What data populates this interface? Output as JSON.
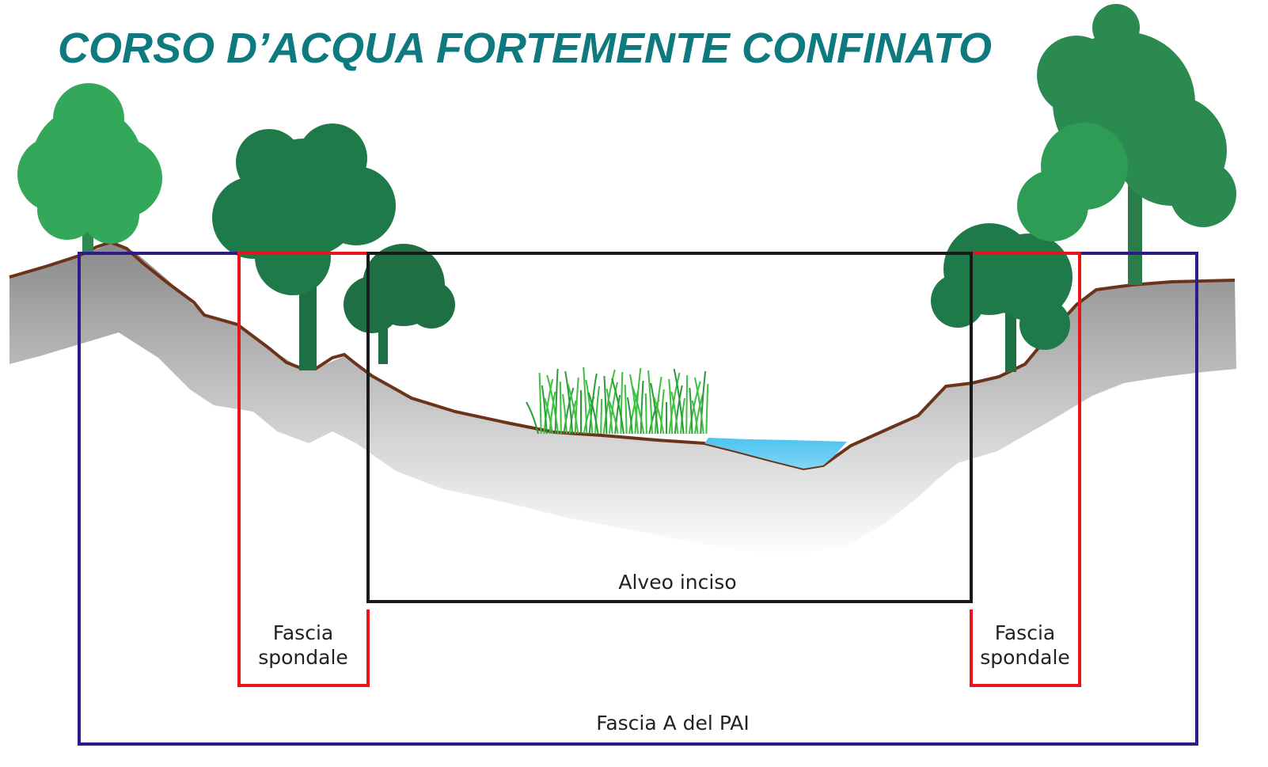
{
  "title": "CORSO D’ACQUA FORTEMENTE CONFINATO",
  "labels": {
    "alveo_inciso": "Alveo inciso",
    "fascia_spondale_left": [
      "Fascia",
      "spondale"
    ],
    "fascia_spondale_right": [
      "Fascia",
      "spondale"
    ],
    "fascia_a_pai": "Fascia A del PAI"
  },
  "colors": {
    "title": "#0e7a80",
    "pai_box": "#2e1a8c",
    "fascia_spondale_box": "#e8141c",
    "alveo_box": "#1a1a1a",
    "soil_line": "#6b3418",
    "water": "#5cc8ef",
    "tree_dark": "#1f6f45",
    "tree_mid": "#2e8a52",
    "tree_light": "#33a85a",
    "grass": "#3fbf3f"
  },
  "icons": [
    "tree-icon",
    "grass-icon"
  ]
}
